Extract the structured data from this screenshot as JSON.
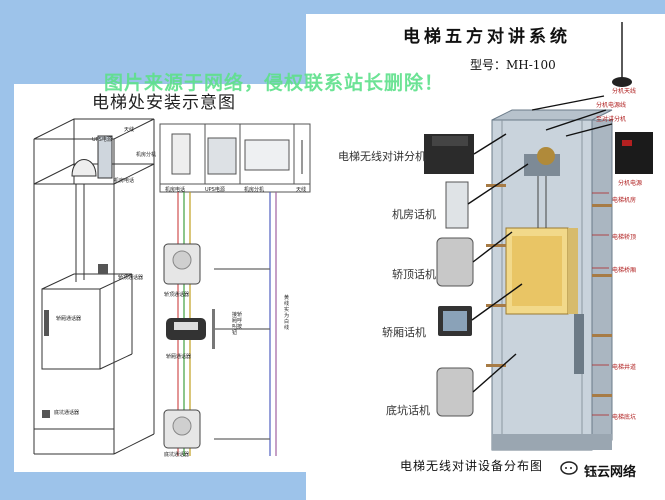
{
  "watermark": "图片来源于网络，侵权联系站长删除！",
  "left_diagram": {
    "title": "电梯处安装示意图",
    "shaft_labels": [
      "天线",
      "UPS电源",
      "机房分机",
      "机房电话",
      "轿顶通话器",
      "轿厢通话器",
      "底坑通话器"
    ],
    "device_labels": [
      "机房电话",
      "UPS电源",
      "机房分机",
      "天线"
    ],
    "station_labels": [
      "轿顶通话器",
      "轿厢通话器",
      "底坑通话器"
    ],
    "cable_label": "接轿厢呼叫按钮",
    "trunk_label": "黄线实为白线"
  },
  "right_diagram": {
    "title": "电梯五方对讲系统",
    "model": "型号：MH-100",
    "left_labels": [
      "电梯无线对讲分机",
      "机房话机",
      "轿顶话机",
      "轿厢话机",
      "底坑话机"
    ],
    "right_labels_top": [
      "分机天线",
      "分机电源线",
      "至对讲分机"
    ],
    "unit_label": "分机电源",
    "right_labels": [
      "电梯机房",
      "电梯轿顶",
      "电梯桥厢",
      "电梯井道",
      "电梯底坑"
    ],
    "caption": "电梯无线对讲设备分布图",
    "brand": "钰云网络"
  }
}
